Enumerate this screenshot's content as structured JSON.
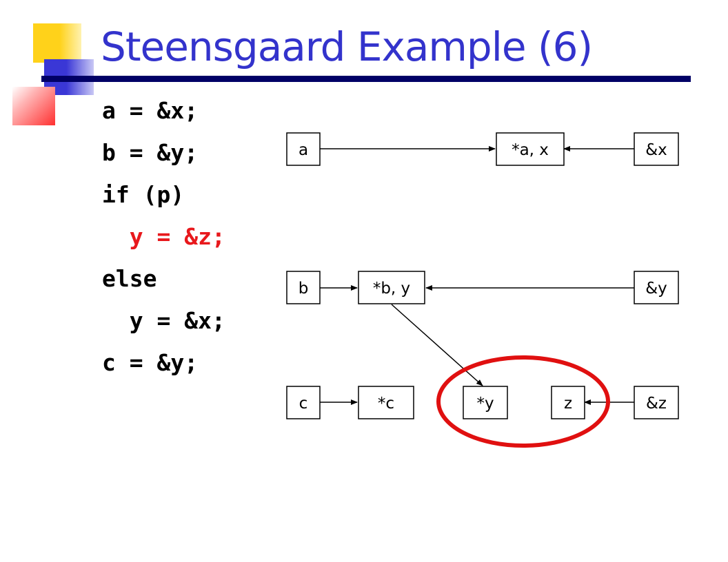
{
  "slide": {
    "title": "Steensgaard Example (6)"
  },
  "code": [
    {
      "text": "a = &x;",
      "highlighted": false
    },
    {
      "text": "b = &y;",
      "highlighted": false
    },
    {
      "text": "if (p)",
      "highlighted": false
    },
    {
      "text": "  y = &z;",
      "highlighted": true
    },
    {
      "text": "else",
      "highlighted": false
    },
    {
      "text": "  y = &x;",
      "highlighted": false
    },
    {
      "text": "c = &y;",
      "highlighted": false
    }
  ],
  "diagram": {
    "nodes": {
      "a": "a",
      "star_a_x": "*a, x",
      "amp_x": "&x",
      "b": "b",
      "star_b_y": "*b, y",
      "amp_y": "&y",
      "c": "c",
      "star_c": "*c",
      "star_y": "*y",
      "z": "z",
      "amp_z": "&z"
    },
    "edges": [
      {
        "from": "a",
        "to": "*a, x"
      },
      {
        "from": "&x",
        "to": "*a, x"
      },
      {
        "from": "b",
        "to": "*b, y"
      },
      {
        "from": "&y",
        "to": "*b, y"
      },
      {
        "from": "*b, y",
        "to": "*y"
      },
      {
        "from": "c",
        "to": "*c"
      },
      {
        "from": "&z",
        "to": "z"
      }
    ],
    "highlight_color": "#e01010"
  },
  "colors": {
    "title": "#3333cc",
    "title_rule": "#000066",
    "code_highlight": "#e8181c"
  }
}
